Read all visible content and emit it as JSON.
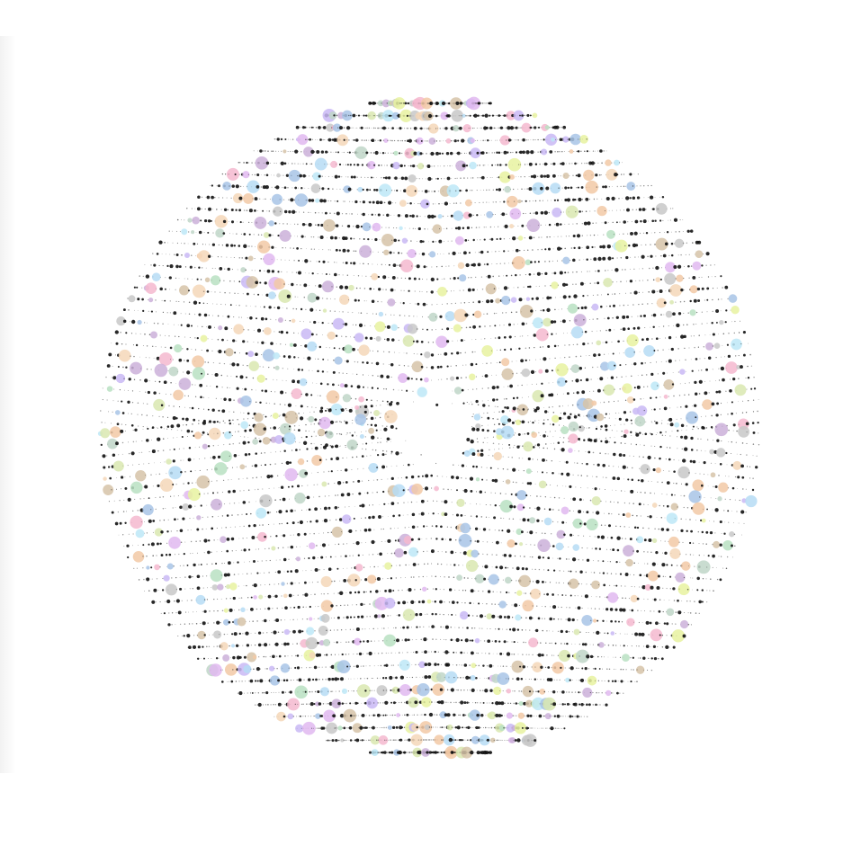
{
  "artwork": {
    "description_kind": "generative dot field",
    "background_color": "#ffffff",
    "dot_color": "#111111",
    "palette": [
      "#c9b8f5",
      "#b8e0c2",
      "#f2c9a6",
      "#e8f2a0",
      "#b6dcf5",
      "#f5b8cf",
      "#d6c3a8",
      "#bfd6c8",
      "#e0b8f0",
      "#c8c8c8",
      "#a8c4e6",
      "#f5d7b8",
      "#cbb0d9",
      "#bde8f7",
      "#d9e8b0"
    ],
    "bands": 58,
    "dots_per_band": 130,
    "bright_dot_probability": 0.09,
    "seed": 20240417
  }
}
